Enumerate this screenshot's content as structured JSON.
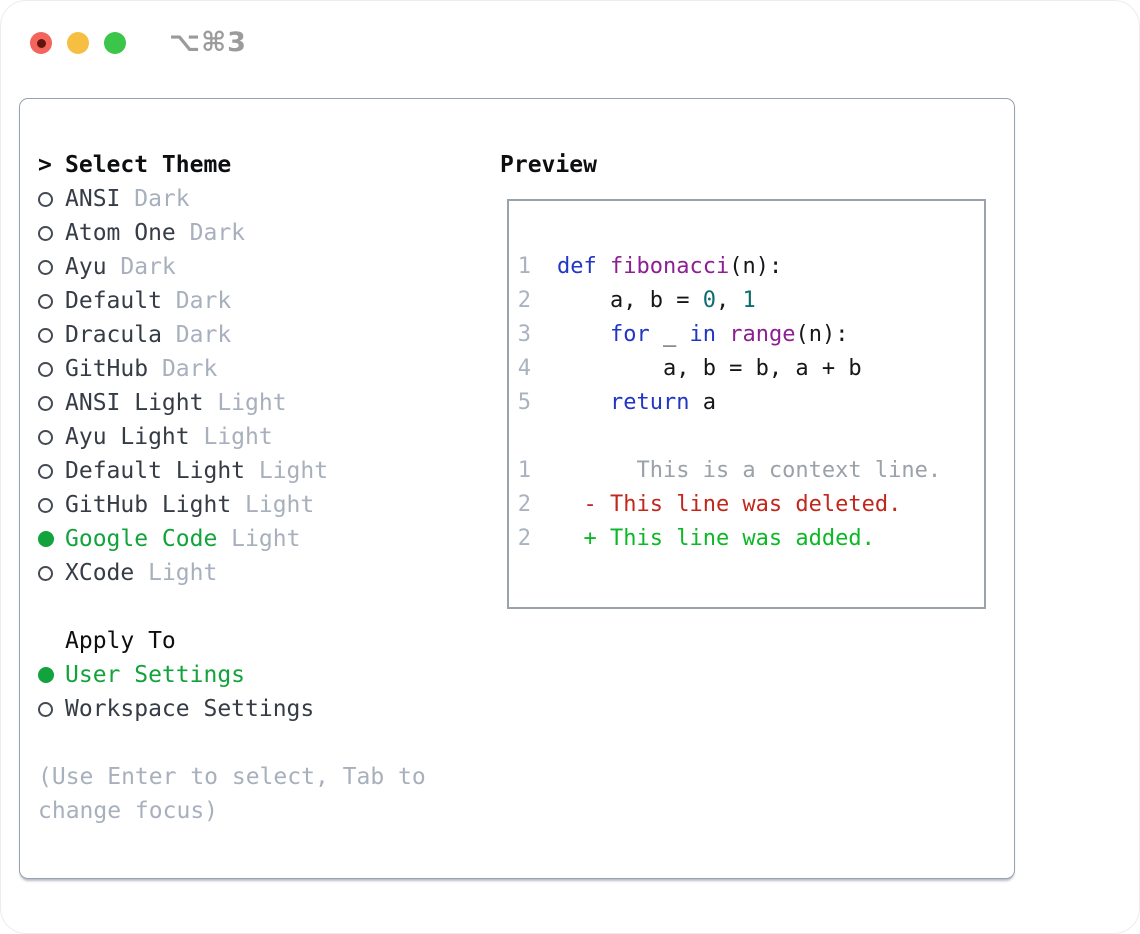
{
  "window": {
    "title": "⌥⌘3"
  },
  "colors": {
    "accent_green": "#12a33c",
    "theme_name": "#363c46",
    "variant_gray": "#a7b0bc",
    "title_black": "#0d0e10",
    "help_gray": "#a7b0bc",
    "panel_border": "#99a1ad",
    "preview_border": "#9aa2ab",
    "line_number": "#a9b3bf",
    "code_plain": "#15161a",
    "keyword_blue": "#2136c4",
    "function_purple": "#8c1f93",
    "literal_teal": "#0d6d70",
    "diff_context": "#9aa1a9",
    "diff_deleted": "#c1271b",
    "diff_added": "#0cb826",
    "light_red": "#f4645c",
    "light_red_dot": "#64140f",
    "light_yellow": "#f6bf41",
    "light_green": "#3bc54a",
    "window_title_gray": "#9b9b9b",
    "radio_outline": "#454b54"
  },
  "panel": {
    "theme_list": {
      "cursor": ">",
      "title": "Select Theme",
      "items": [
        {
          "name": "ANSI",
          "variant": "Dark",
          "selected": false
        },
        {
          "name": "Atom One",
          "variant": "Dark",
          "selected": false
        },
        {
          "name": "Ayu",
          "variant": "Dark",
          "selected": false
        },
        {
          "name": "Default",
          "variant": "Dark",
          "selected": false
        },
        {
          "name": "Dracula",
          "variant": "Dark",
          "selected": false
        },
        {
          "name": "GitHub",
          "variant": "Dark",
          "selected": false
        },
        {
          "name": "ANSI Light",
          "variant": "Light",
          "selected": false
        },
        {
          "name": "Ayu Light",
          "variant": "Light",
          "selected": false
        },
        {
          "name": "Default Light",
          "variant": "Light",
          "selected": false
        },
        {
          "name": "GitHub Light",
          "variant": "Light",
          "selected": false
        },
        {
          "name": "Google Code",
          "variant": "Light",
          "selected": true
        },
        {
          "name": "XCode",
          "variant": "Light",
          "selected": false
        }
      ]
    },
    "apply_to": {
      "title": "Apply To",
      "items": [
        {
          "name": "User Settings",
          "selected": true
        },
        {
          "name": "Workspace Settings",
          "selected": false
        }
      ]
    },
    "help": "(Use Enter to select, Tab to change focus)",
    "preview": {
      "title": "Preview",
      "code_lines": [
        {
          "num": "1",
          "tokens": [
            {
              "text": "def",
              "cls": "kw"
            },
            {
              "text": " ",
              "cls": "pl"
            },
            {
              "text": "fibonacci",
              "cls": "fn"
            },
            {
              "text": "(n):",
              "cls": "pl"
            }
          ]
        },
        {
          "num": "2",
          "tokens": [
            {
              "text": "    a, b = ",
              "cls": "pl"
            },
            {
              "text": "0",
              "cls": "lit"
            },
            {
              "text": ", ",
              "cls": "pl"
            },
            {
              "text": "1",
              "cls": "lit"
            }
          ]
        },
        {
          "num": "3",
          "tokens": [
            {
              "text": "    ",
              "cls": "pl"
            },
            {
              "text": "for",
              "cls": "kw"
            },
            {
              "text": " _ ",
              "cls": "pl"
            },
            {
              "text": "in",
              "cls": "kw"
            },
            {
              "text": " ",
              "cls": "pl"
            },
            {
              "text": "range",
              "cls": "fn"
            },
            {
              "text": "(n):",
              "cls": "pl"
            }
          ]
        },
        {
          "num": "4",
          "tokens": [
            {
              "text": "        a, b = b, a + b",
              "cls": "pl"
            }
          ]
        },
        {
          "num": "5",
          "tokens": [
            {
              "text": "    ",
              "cls": "pl"
            },
            {
              "text": "return",
              "cls": "kw"
            },
            {
              "text": " a",
              "cls": "pl"
            }
          ]
        }
      ],
      "diff_lines": [
        {
          "num": "1",
          "tokens": [
            {
              "text": "      This is a context line.",
              "cls": "ctx"
            }
          ]
        },
        {
          "num": "2",
          "tokens": [
            {
              "text": "  - This line was deleted.",
              "cls": "del"
            }
          ]
        },
        {
          "num": "2",
          "tokens": [
            {
              "text": "  + This line was added.",
              "cls": "add"
            }
          ]
        }
      ]
    }
  }
}
